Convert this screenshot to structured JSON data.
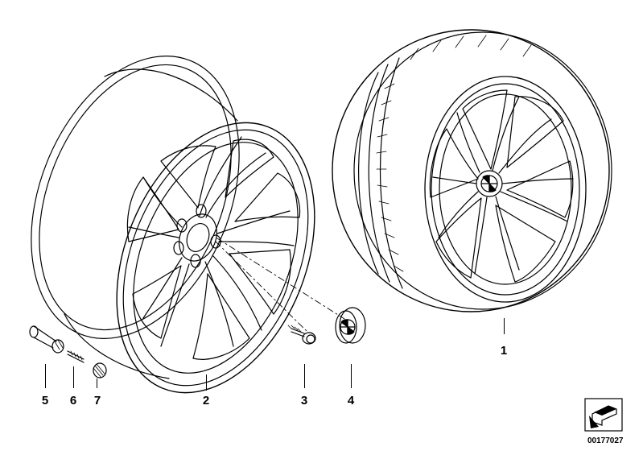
{
  "callouts": {
    "c1": "1",
    "c2": "2",
    "c3": "3",
    "c4": "4",
    "c5": "5",
    "c6": "6",
    "c7": "7"
  },
  "diagram_id": "00177027",
  "colors": {
    "line": "#000000",
    "background": "#ffffff"
  },
  "icons": [
    "folded-page-arrow-icon"
  ]
}
